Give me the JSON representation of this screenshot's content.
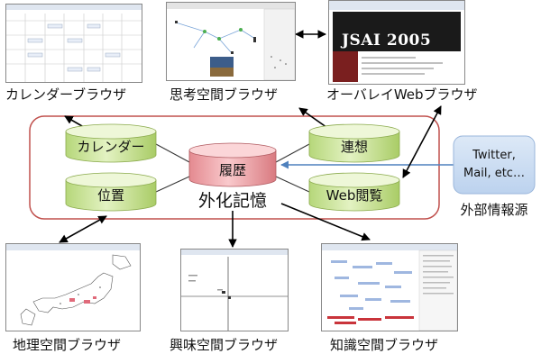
{
  "captions": {
    "calendar_browser": "カレンダーブラウザ",
    "thought_browser": "思考空間ブラウザ",
    "overlay_browser": "オーバレイWebブラウザ",
    "geo_browser": "地理空間ブラウザ",
    "interest_browser": "興味空間ブラウザ",
    "knowledge_browser": "知識空間ブラウザ"
  },
  "memory": {
    "title": "外化記憶",
    "history": "履歴",
    "calendar": "カレンダー",
    "location": "位置",
    "association": "連想",
    "web_browsing": "Web閲覧"
  },
  "external": {
    "line1": "Twitter,",
    "line2": "Mail, etc…",
    "label": "外部情報源"
  },
  "overlay_screen": {
    "title": "JSAI 2005"
  },
  "colors": {
    "green_cylinder": "#cfe89a",
    "red_cylinder": "#f2a3a8",
    "external_box": "#cfe0f4",
    "memory_frame": "#c0504d",
    "arrow_blue": "#4f81bd"
  }
}
